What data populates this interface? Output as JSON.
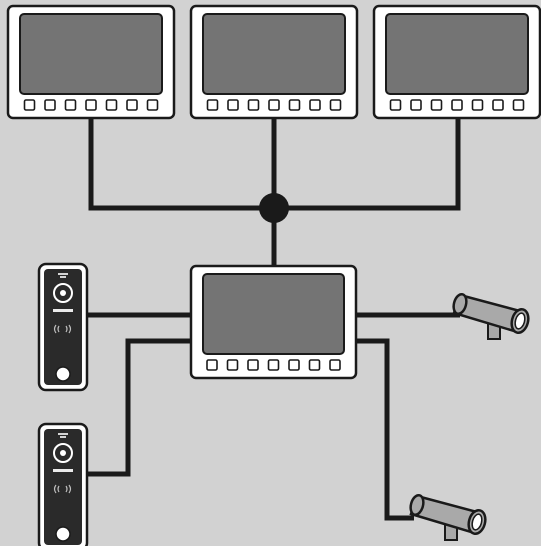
{
  "diagram": {
    "background": "#d2d2d2",
    "colors": {
      "monitor_frame": "#ffffff",
      "monitor_screen": "#747474",
      "wire": "#1a1a1a",
      "camera_body": "#a9a9a9",
      "door_panel": "#2a2a2a"
    },
    "monitors": [
      {
        "role": "secondary-monitor-1",
        "buttons": 7
      },
      {
        "role": "secondary-monitor-2",
        "buttons": 7
      },
      {
        "role": "secondary-monitor-3",
        "buttons": 7
      },
      {
        "role": "main-monitor",
        "buttons": 7
      }
    ],
    "junction": {
      "icon": "junction-node-icon"
    },
    "door_stations": [
      {
        "icon": "call-panel-icon"
      },
      {
        "icon": "call-panel-icon"
      }
    ],
    "cameras": [
      {
        "icon": "cctv-camera-icon"
      },
      {
        "icon": "cctv-camera-icon"
      }
    ]
  }
}
